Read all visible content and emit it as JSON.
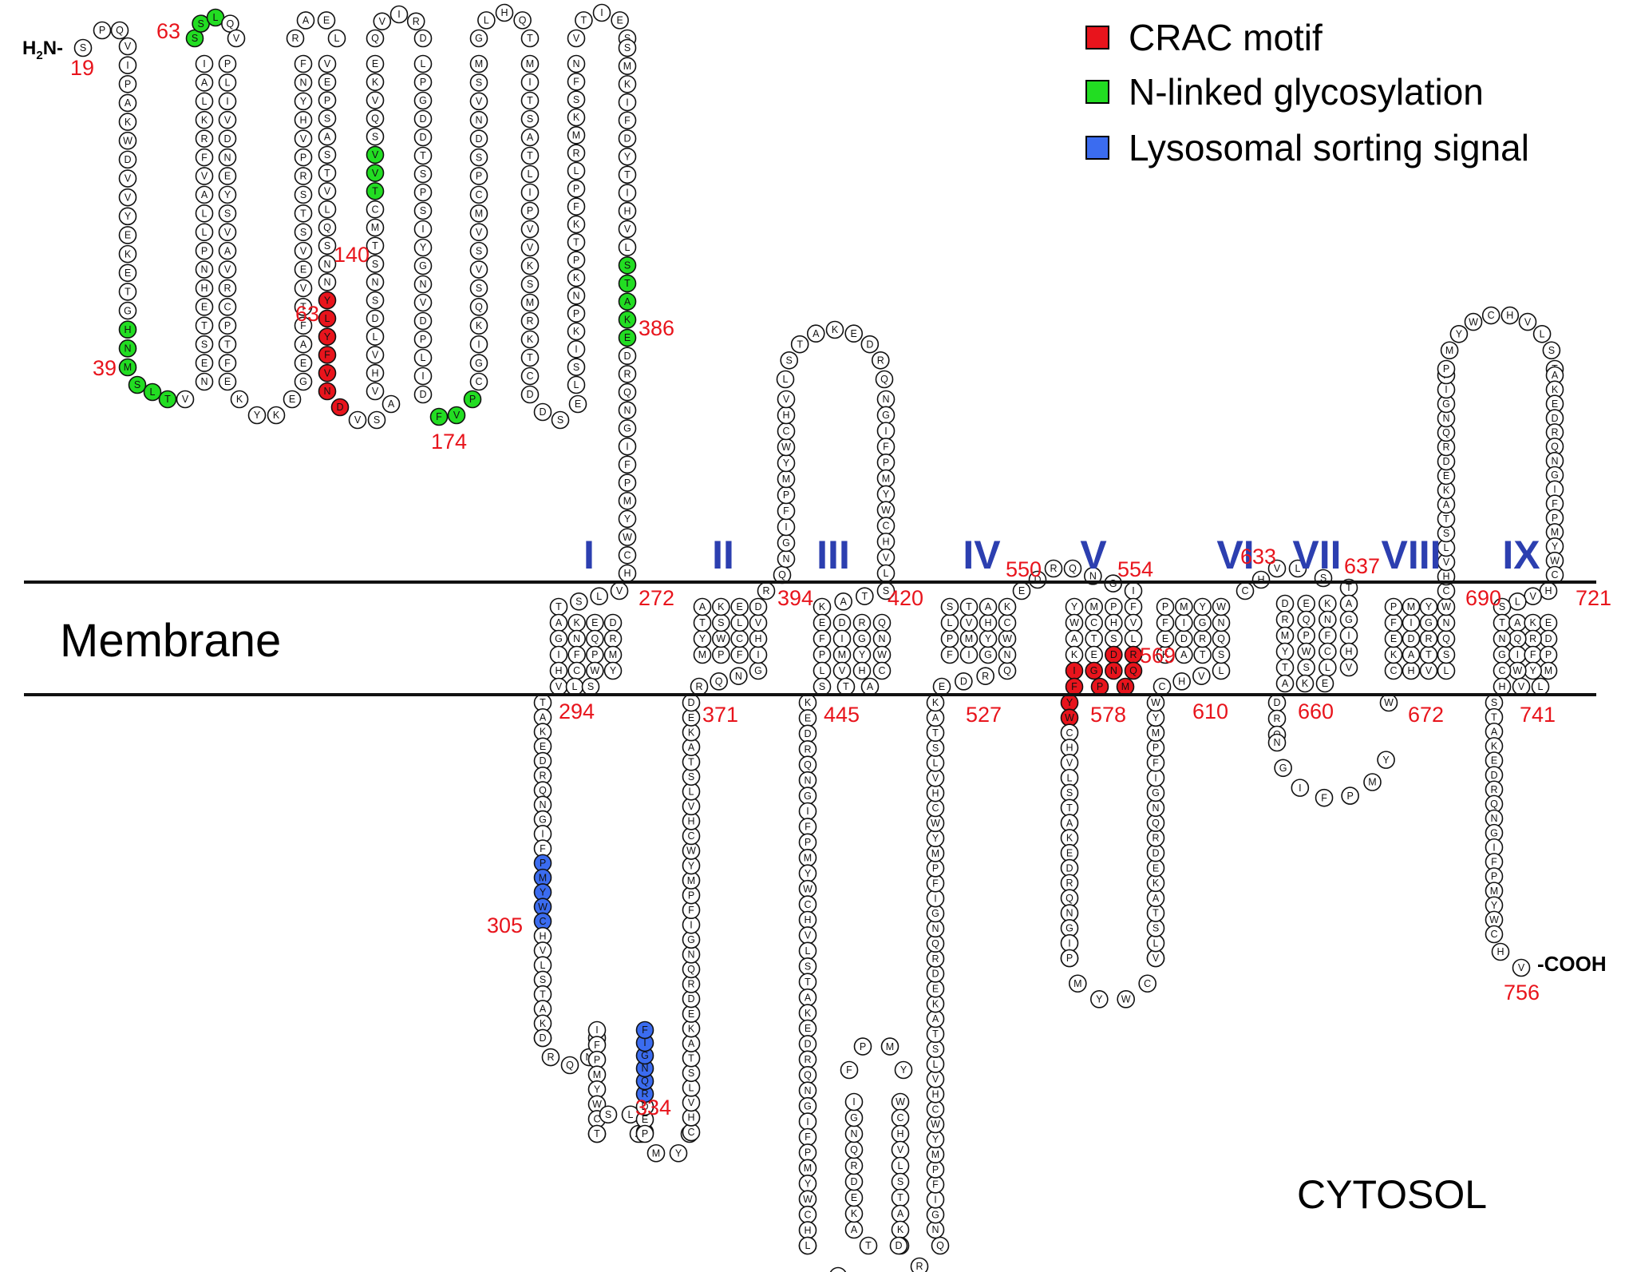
{
  "labels": {
    "n_terminus": "H",
    "n_terminus_sub": "2",
    "n_terminus_tail": "N-",
    "c_terminus": "-COOH",
    "membrane": "Membrane",
    "cytosol": "CYTOSOL"
  },
  "legend": [
    {
      "label": "CRAC motif",
      "color": "#e8141c"
    },
    {
      "label": "N-linked glycosylation",
      "color": "#22dd22"
    },
    {
      "label": "Lysosomal sorting signal",
      "color": "#3b6cf0"
    }
  ],
  "tm_labels": [
    "I",
    "II",
    "III",
    "IV",
    "V",
    "VI",
    "VII",
    "VIII",
    "IX"
  ],
  "position_numbers": [
    "19",
    "63",
    "39",
    "63",
    "140",
    "174",
    "386",
    "272",
    "294",
    "305",
    "334",
    "394",
    "420",
    "371",
    "445",
    "550",
    "554",
    "569",
    "578",
    "527",
    "633",
    "637",
    "610",
    "660",
    "690",
    "721",
    "672",
    "741",
    "756"
  ],
  "colors": {
    "crac": "#e8141c",
    "glyco": "#22dd22",
    "lyso": "#3b6cf0",
    "tm_label": "#2c3fb0",
    "number": "#e8141c"
  },
  "segments": [
    {
      "seq": "SPQVIPAKWDVVYEKETGHNMSLTV",
      "special": {
        "N": "glyco",
        "M": "glyco",
        "S": "glyco",
        "L": "glyco"
      }
    },
    {
      "seq": "NESTEHNPLLAVFRKLAISSLQVPLIVDNEYSVAVRCPTFEKYKEGEAFTVEVSTSRPVHYNFRAELV",
      "special": {}
    },
    {
      "seq": "EPSASTVLQSNNYLYFVNDVSAVHVLDSNSTMCTVVSQVKEQVIRDLPGDDTSPSIYG",
      "special": {}
    },
    {
      "seq": "NVDPLIDFVPCGIKQSVSVMCPSDNVSMGLHQTMITSATLIPVVKSMRKTCDDSELSIKPNKPTKFPLRMKSFNVTIESSMKIFDYTI",
      "special": {}
    }
  ]
}
